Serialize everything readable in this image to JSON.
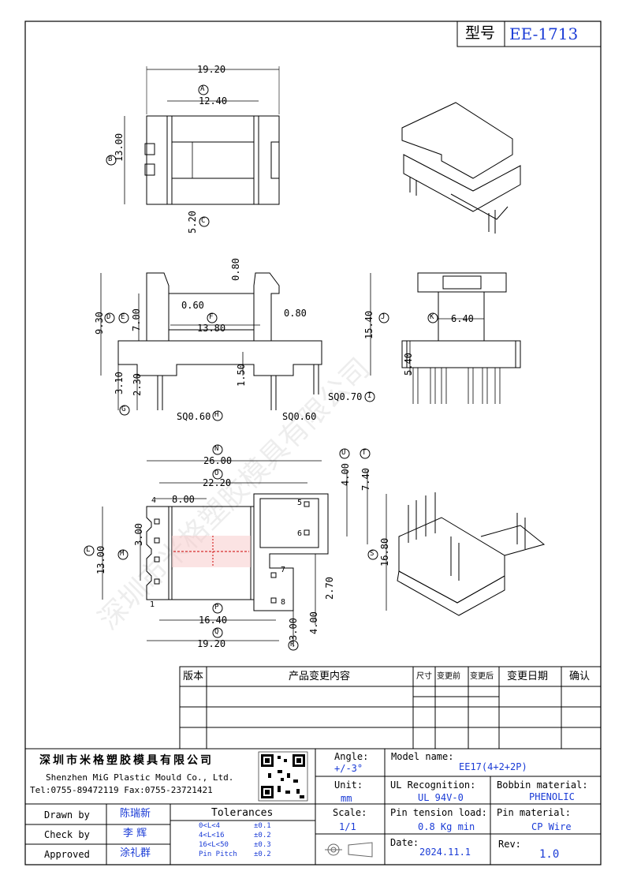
{
  "header": {
    "model_label": "型号",
    "model_value": "EE-1713"
  },
  "dimensions": {
    "top_view": {
      "width_total": "19.20",
      "width_inner": "12.40",
      "height": "13.00",
      "center_width": "5.20",
      "ref_a": "A",
      "ref_b": "B",
      "ref_c": "C"
    },
    "side_view": {
      "height_total": "9.30",
      "height_body": "7.00",
      "top_gap": "0.80",
      "wall_left": "0.60",
      "wall_right": "0.80",
      "inner_len": "13.80",
      "base_h": "3.10",
      "pin_len": "2.30",
      "pin_step": "1.50",
      "pin_sq_left": "SQ0.60",
      "pin_sq_mid": "SQ0.60",
      "pin_sq_right": "SQ0.70",
      "ref_d": "D",
      "ref_e": "E",
      "ref_f": "F",
      "ref_g": "G",
      "ref_h": "H",
      "ref_i": "I"
    },
    "front_view": {
      "height_total": "15.40",
      "base_h": "5.40",
      "slot_w": "6.40",
      "ref_j": "J",
      "ref_k": "K"
    },
    "bottom_view": {
      "length_total": "26.00",
      "length_mid": "22.20",
      "pin_offset": "8.00",
      "height": "13.00",
      "pin_pitch": "3.00",
      "flange_len": "16.40",
      "overall": "19.20",
      "right_h1": "4.00",
      "right_h2": "7.40",
      "right_total": "16.80",
      "right_gap": "2.70",
      "right_b1": "3.00",
      "right_b2": "4.00",
      "ref_l": "L",
      "ref_m": "M",
      "ref_n": "N",
      "ref_o": "O",
      "ref_p": "P",
      "ref_q": "Q",
      "ref_r": "R",
      "ref_s": "S",
      "ref_t": "T",
      "ref_u": "U",
      "pin1": "1",
      "pin4": "4",
      "pin5": "5",
      "pin6": "6",
      "pin7": "7",
      "pin8": "8"
    }
  },
  "watermark": "深圳市米格塑胶模具有限公司",
  "revision_table": {
    "headers": [
      "版本",
      "产品变更内容",
      "尺寸",
      "变更前",
      "变更后",
      "变更日期",
      "确认"
    ]
  },
  "title_block": {
    "company_cn": "深圳市米格塑胶模具有限公司",
    "company_en": "Shenzhen MiG Plastic Mould Co., Ltd.",
    "tel_fax": "Tel:0755-89472119   Fax:0755-23721421",
    "angle_label": "Angle:",
    "angle_value": "+/-3°",
    "unit_label": "Unit:",
    "unit_value": "mm",
    "scale_label": "Scale:",
    "scale_value": "1/1",
    "model_label": "Model name:",
    "model_value": "EE17(4+2+2P)",
    "ul_label": "UL Recognition:",
    "ul_value": "UL 94V-0",
    "bobbin_label": "Bobbin material:",
    "bobbin_value": "PHENOLIC",
    "tension_label": "Pin tension load:",
    "tension_value": "0.8 Kg min",
    "pinmat_label": "Pin material:",
    "pinmat_value": "CP Wire",
    "date_label": "Date:",
    "date_value": "2024.11.1",
    "rev_label": "Rev:",
    "rev_value": "1.0",
    "drawn_label": "Drawn by",
    "drawn_value": "陈瑞新",
    "check_label": "Check by",
    "check_value": "李 辉",
    "approved_label": "Approved",
    "approved_value": "涂礼群",
    "tol_title": "Tolerances",
    "tol_rows": [
      {
        "range": "0<L<4",
        "value": "±0.1"
      },
      {
        "range": "4<L<16",
        "value": "±0.2"
      },
      {
        "range": "16<L<50",
        "value": "±0.3"
      },
      {
        "range": "Pin Pitch",
        "value": "±0.2"
      }
    ]
  }
}
